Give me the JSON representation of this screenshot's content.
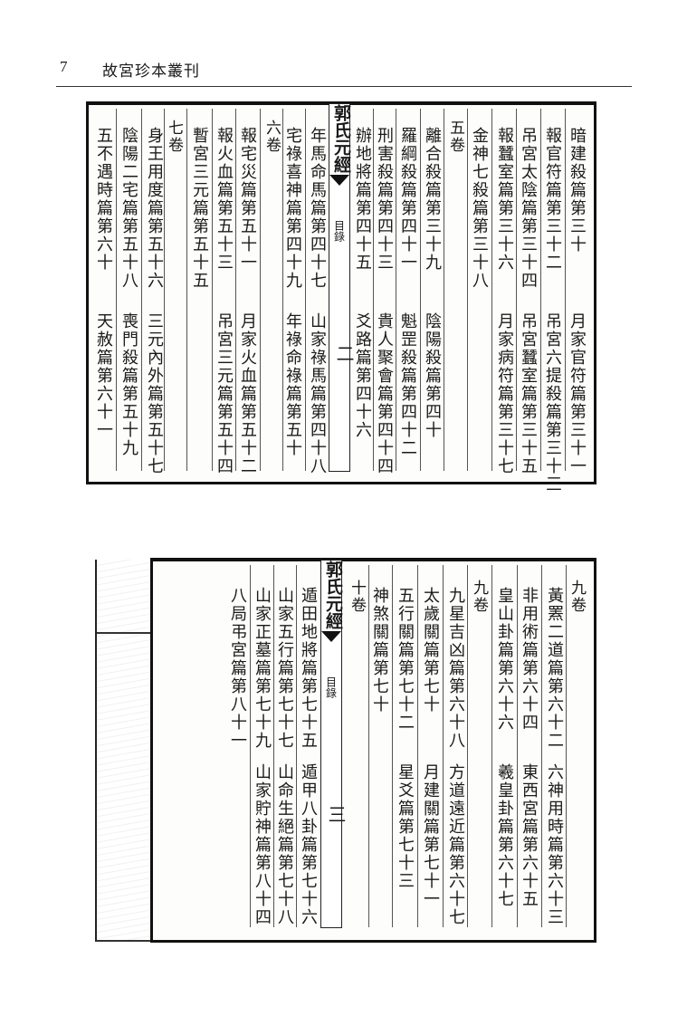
{
  "header": {
    "page_number": "7",
    "series_title": "故宮珍本叢刊"
  },
  "top_page": {
    "banner": {
      "title": "郭氏元經",
      "section": "目錄",
      "page": "二"
    },
    "columns_right_to_left": [
      {
        "a": "暗建殺篇第三十",
        "b": "月家官符篇第三十一"
      },
      {
        "a": "報官符篇第三十二",
        "b": "吊宮六提殺篇第三十三"
      },
      {
        "a": "吊宮太陰篇第三十四",
        "b": "吊宮蠶室篇第三十五"
      },
      {
        "a": "報蠶室篇第三十六",
        "b": "月家病符篇第三十七"
      },
      {
        "a": "金神七殺篇第三十八",
        "b": ""
      },
      {
        "a": "五卷",
        "b": ""
      },
      {
        "a": "離合殺篇第三十九",
        "b": "陰陽殺篇第四十"
      },
      {
        "a": "羅綱殺篇第四十一",
        "b": "魁罡殺篇第四十二"
      },
      {
        "a": "刑害殺篇第四十三",
        "b": "貴人聚會篇第四十四"
      },
      {
        "a": "辦地將篇第四十五",
        "b": "爻路篇第四十六"
      },
      {
        "a": "年馬命馬篇第四十七",
        "b": "山家祿馬篇第四十八"
      },
      {
        "a": "宅祿喜神篇第四十九",
        "b": "年祿命祿篇第五十"
      },
      {
        "a": "六卷",
        "b": ""
      },
      {
        "a": "報宅災篇第五十一",
        "b": "月家火血篇第五十二"
      },
      {
        "a": "報火血篇第五十三",
        "b": "吊宮三元篇第五十四"
      },
      {
        "a": "暫宮三元篇第五十五",
        "b": ""
      },
      {
        "a": "七卷",
        "b": ""
      },
      {
        "a": "身王用度篇第五十六",
        "b": "三元內外篇第五十七"
      },
      {
        "a": "陰陽二宅篇第五十八",
        "b": "喪門殺篇第五十九"
      },
      {
        "a": "五不遇時篇第六十",
        "b": "天赦篇第六十一"
      }
    ]
  },
  "bottom_page": {
    "banner": {
      "title": "郭氏元經",
      "section": "目錄",
      "page": "三"
    },
    "columns_right_to_left": [
      {
        "a": "九卷",
        "b": ""
      },
      {
        "a": "黃罴二道篇第六十二",
        "b": "六神用時篇第六十三"
      },
      {
        "a": "非用術篇第六十四",
        "b": "東西宮篇第六十五"
      },
      {
        "a": "皇山卦篇第六十六",
        "b": "羲皇卦篇第六十七"
      },
      {
        "a": "九卷",
        "b": ""
      },
      {
        "a": "九星吉凶篇第六十八",
        "b": "方道遠近篇第六十七"
      },
      {
        "a": "太歲關篇第七十",
        "b": "月建關篇第七十一"
      },
      {
        "a": "五行關篇第七十二",
        "b": "星爻篇第七十三"
      },
      {
        "a": "神煞關篇第七十",
        "b": ""
      },
      {
        "a": "十卷",
        "b": ""
      },
      {
        "a": "遁田地將篇第七十五",
        "b": "遁甲八卦篇第七十六"
      },
      {
        "a": "山家五行篇第七十七",
        "b": "山命生絕篇第七十八"
      },
      {
        "a": "山家正墓篇第七十九",
        "b": "山家貯神篇第八十四"
      },
      {
        "a": "八局弔宮篇第八十一",
        "b": ""
      }
    ]
  }
}
